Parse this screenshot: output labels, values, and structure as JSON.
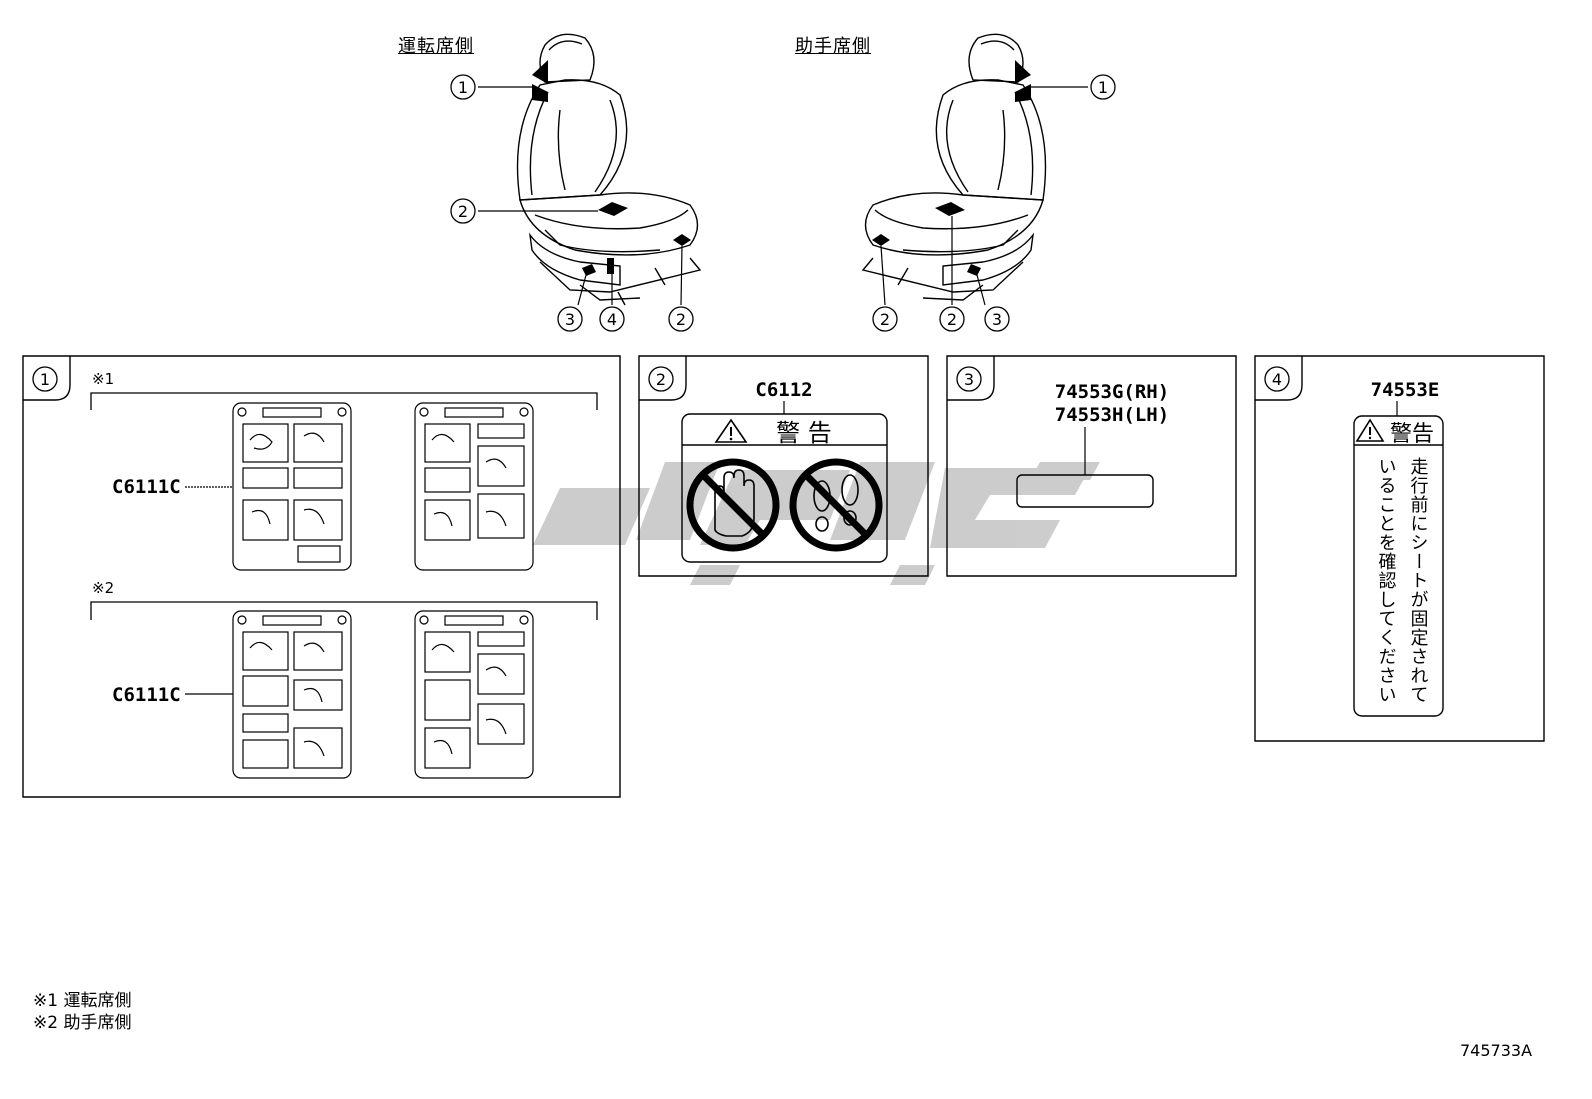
{
  "header": {
    "driver_side": "運転席側",
    "passenger_side": "助手席側"
  },
  "callouts": {
    "c1": "1",
    "c2": "2",
    "c3": "3",
    "c4": "4"
  },
  "panel1": {
    "number": "1",
    "note1": "※1",
    "note2": "※2",
    "part_upper": "C6111C",
    "part_lower": "C6111C"
  },
  "panel2": {
    "number": "2",
    "part": "C6112",
    "warning": "警 告"
  },
  "panel3": {
    "number": "3",
    "part_rh": "74553G(RH)",
    "part_lh": "74553H(LH)"
  },
  "panel4": {
    "number": "4",
    "part": "74553E",
    "warning": "警告",
    "text_col1": "走行前にシートが固定されて",
    "text_col2": "いることを確認してください"
  },
  "footnotes": {
    "note1": "※1 運転席側",
    "note2": "※2 助手席側"
  },
  "drawing_number": "745733A",
  "colors": {
    "line": "#000000",
    "watermark": "#c8c8c8",
    "prohibit_red": "#000000"
  }
}
